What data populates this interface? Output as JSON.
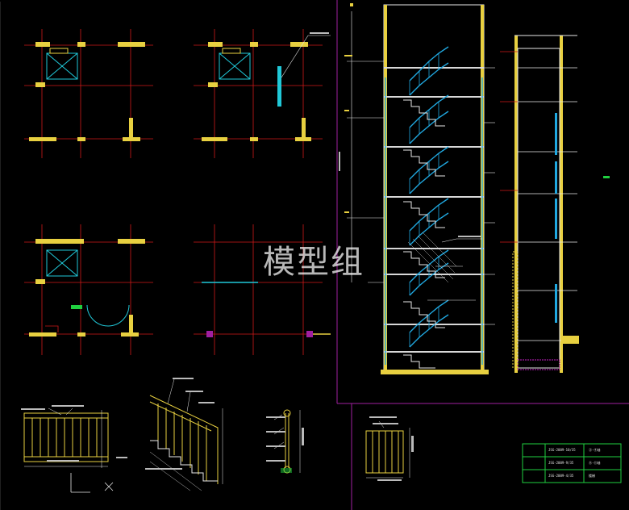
{
  "watermark": "模型组",
  "colors": {
    "background": "#000000",
    "axis": "#d01818",
    "wall": "#e8d040",
    "elevator": "#20c8d8",
    "stair": "#20a8e0",
    "frame": "#b020b0",
    "detail": "#d8c830",
    "text": "#e8e8e8",
    "green": "#20d040"
  },
  "title_block": {
    "rows": [
      {
        "left": "JSG-2009-10/35",
        "right": "③-④轴"
      },
      {
        "left": "JSG-2009-9/35",
        "right": "⑨-⑪轴"
      },
      {
        "left": "JSG-2009-4/35",
        "right": "楼梯"
      }
    ]
  }
}
